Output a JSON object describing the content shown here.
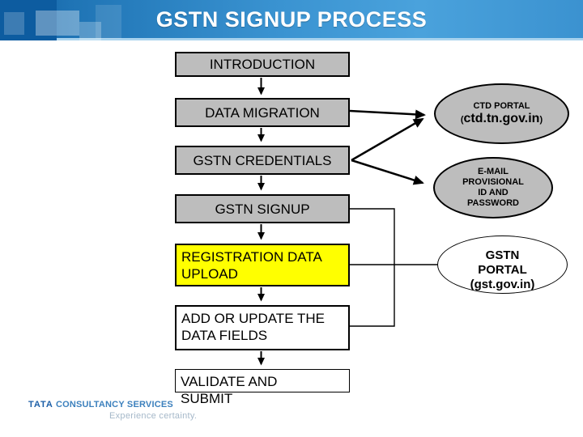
{
  "slide": {
    "title": "GSTN SIGNUP PROCESS"
  },
  "flow": {
    "boxes": [
      {
        "id": "introduction",
        "label": "INTRODUCTION"
      },
      {
        "id": "data-migration",
        "label": "DATA MIGRATION"
      },
      {
        "id": "gstn-credentials",
        "label": "GSTN CREDENTIALS"
      },
      {
        "id": "gstn-signup",
        "label": "GSTN SIGNUP"
      },
      {
        "id": "registration-data-upload",
        "label": "REGISTRATION DATA UPLOAD"
      },
      {
        "id": "add-or-update",
        "label": "ADD OR UPDATE THE DATA FIELDS"
      },
      {
        "id": "validate-and-submit",
        "label": "VALIDATE AND SUBMIT"
      }
    ]
  },
  "ellipses": {
    "ctd_portal": {
      "title": "CTD PORTAL",
      "paren_open": "(",
      "domain": "ctd.tn.gov.in",
      "paren_close": ")"
    },
    "email": {
      "line1": "E-MAIL",
      "line2": "PROVISIONAL",
      "line3": "ID AND",
      "line4": "PASSWORD"
    },
    "gstn_portal": {
      "line1": "GSTN",
      "line2": "PORTAL",
      "line3": "(gst.gov.in)"
    }
  },
  "footer": {
    "brand_primary": "TATA",
    "brand_secondary": "CONSULTANCY SERVICES",
    "tagline": "Experience certainty."
  },
  "colors": {
    "header_dark_blue": "#0f5ea2",
    "header_light_blue": "#4aa2dc",
    "header_bottom_strip": "#a9d3ee",
    "box_gray": "#bdbdbd",
    "box_yellow": "#ffff00",
    "box_white": "#ffffff",
    "line_black": "#000000",
    "brand_blue": "#1d5fa7",
    "tagline_gray": "#a5b8c9"
  }
}
